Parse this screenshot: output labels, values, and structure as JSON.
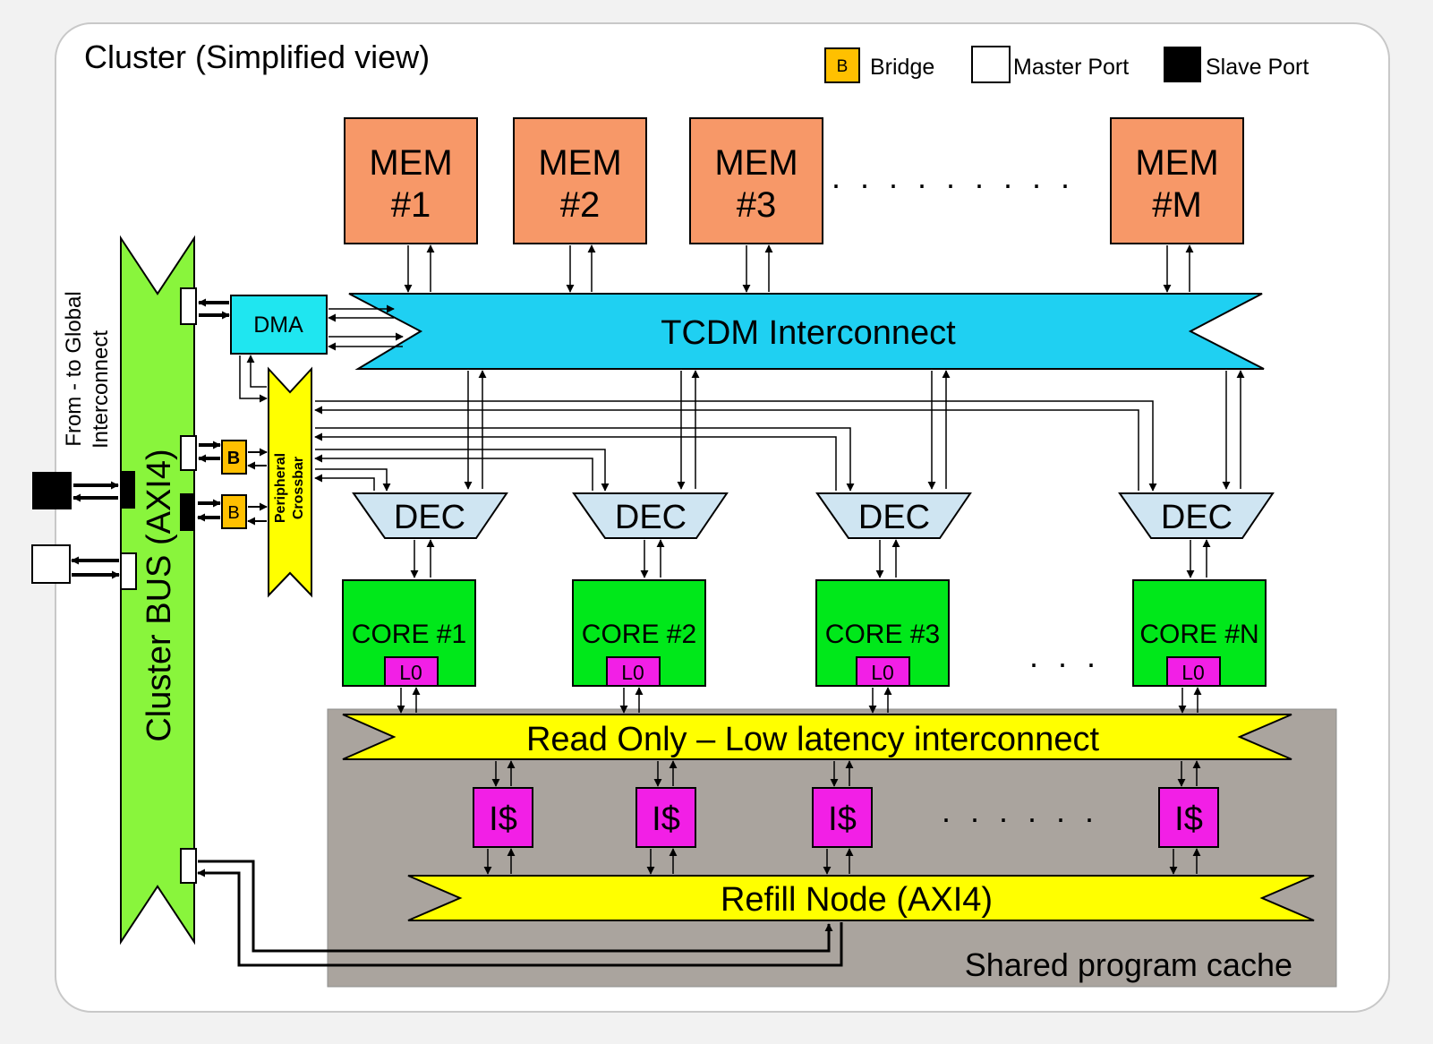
{
  "title": "Cluster (Simplified view)",
  "legend": {
    "bridge_glyph": "B",
    "bridge_label": "Bridge",
    "master_label": "Master Port",
    "slave_label": "Slave Port"
  },
  "memories": [
    {
      "line1": "MEM",
      "line2": "#1"
    },
    {
      "line1": "MEM",
      "line2": "#2"
    },
    {
      "line1": "MEM",
      "line2": "#3"
    },
    {
      "line1": "MEM",
      "line2": "#M"
    }
  ],
  "mem_ellipsis": ". . . . . . . . .",
  "tcdm_label": "TCDM Interconnect",
  "dma_label": "DMA",
  "periph_line1": "Peripheral",
  "periph_line2": "Crossbar",
  "bridge_glyph": "B",
  "cluster_bus_label": "Cluster BUS (AXI4)",
  "global_line1": "From - to Global",
  "global_line2": "Interconnect",
  "dec_label": "DEC",
  "cores": [
    "CORE #1",
    "CORE #2",
    "CORE #3",
    "CORE #N"
  ],
  "core_ellipsis": ". . .",
  "l0_label": "L0",
  "ro_label": "Read Only – Low latency interconnect",
  "icache_label": "I$",
  "icache_ellipsis": ". . . . . .",
  "refill_label": "Refill Node (AXI4)",
  "shared_cache_label": "Shared program cache",
  "colors": {
    "memory": "#f79868",
    "tcdm": "#1fd0f2",
    "dma": "#1fe6f0",
    "bus": "#89f53c",
    "core": "#00e81a",
    "l0": "#f21fe6",
    "icache": "#f21fe6",
    "yellow": "#ffff00",
    "dec": "#cfe5f2",
    "bridge": "#ffc000",
    "shared_bg": "#aaa49e"
  }
}
